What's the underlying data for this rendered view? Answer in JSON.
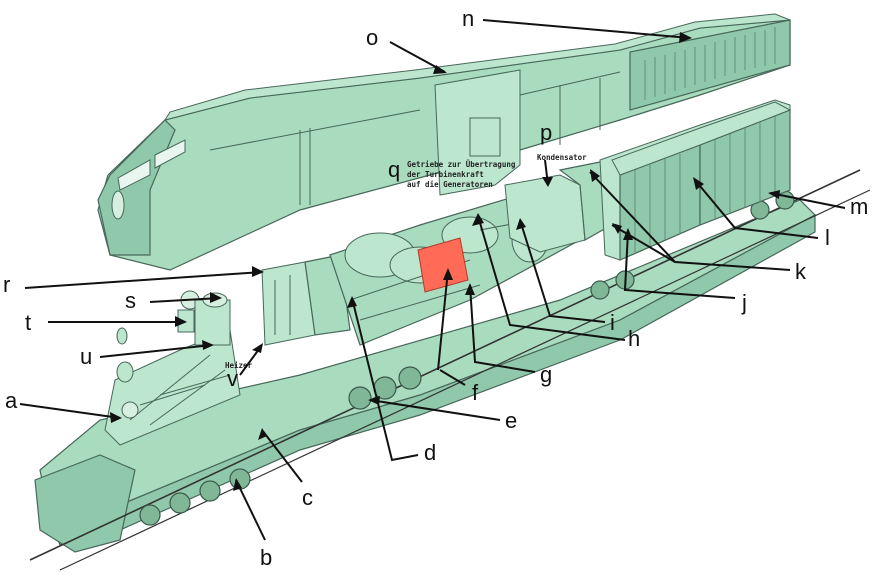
{
  "diagram": {
    "accent_color": "#ff6b57",
    "body_color": "#a9dbbf",
    "callouts": [
      {
        "id": "a",
        "label": "a"
      },
      {
        "id": "b",
        "label": "b"
      },
      {
        "id": "c",
        "label": "c"
      },
      {
        "id": "d",
        "label": "d"
      },
      {
        "id": "e",
        "label": "e"
      },
      {
        "id": "f",
        "label": "f"
      },
      {
        "id": "g",
        "label": "g"
      },
      {
        "id": "h",
        "label": "h"
      },
      {
        "id": "i",
        "label": "i"
      },
      {
        "id": "j",
        "label": "j"
      },
      {
        "id": "k",
        "label": "k"
      },
      {
        "id": "l",
        "label": "l"
      },
      {
        "id": "m",
        "label": "m"
      },
      {
        "id": "n",
        "label": "n"
      },
      {
        "id": "o",
        "label": "o"
      },
      {
        "id": "p",
        "label": "p"
      },
      {
        "id": "q",
        "label": "q"
      },
      {
        "id": "r",
        "label": "r"
      },
      {
        "id": "s",
        "label": "s"
      },
      {
        "id": "t",
        "label": "t"
      },
      {
        "id": "u",
        "label": "u"
      },
      {
        "id": "v",
        "label": "v"
      }
    ],
    "annotations": {
      "gearbox_line1": "Getriebe zur Übertragung",
      "gearbox_line2": "der Turbinenkraft",
      "gearbox_line3": "auf die Generatoren",
      "condenser": "Kondensator",
      "heater": "Heizer"
    }
  }
}
